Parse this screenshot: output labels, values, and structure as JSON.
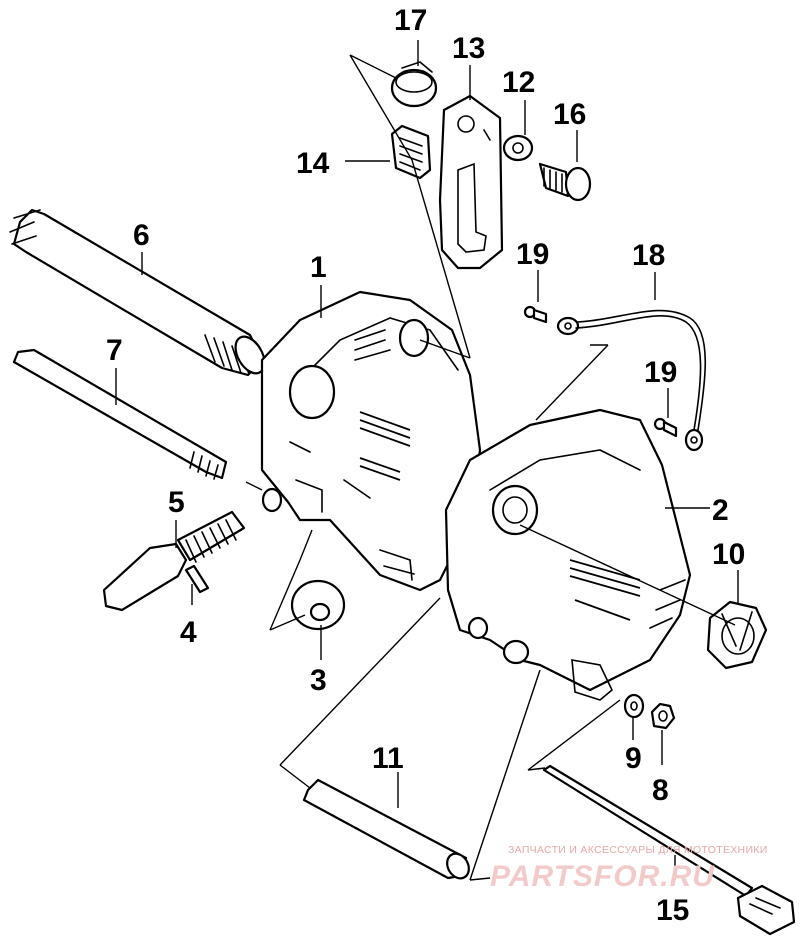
{
  "callouts": {
    "p1": "1",
    "p2": "2",
    "p3": "3",
    "p4": "4",
    "p5": "5",
    "p6": "6",
    "p7": "7",
    "p8": "8",
    "p9": "9",
    "p10": "10",
    "p11": "11",
    "p12": "12",
    "p13": "13",
    "p14": "14",
    "p15": "15",
    "p16": "16",
    "p17": "17",
    "p18": "18",
    "p19a": "19",
    "p19b": "19"
  },
  "watermark": {
    "tagline": "ЗАПЧАСТИ И АКСЕССУАРЫ ДЛЯ МОТОТЕХНИКИ",
    "brand": "PARTSFOR.RU",
    "color": "#e8a7a7"
  }
}
